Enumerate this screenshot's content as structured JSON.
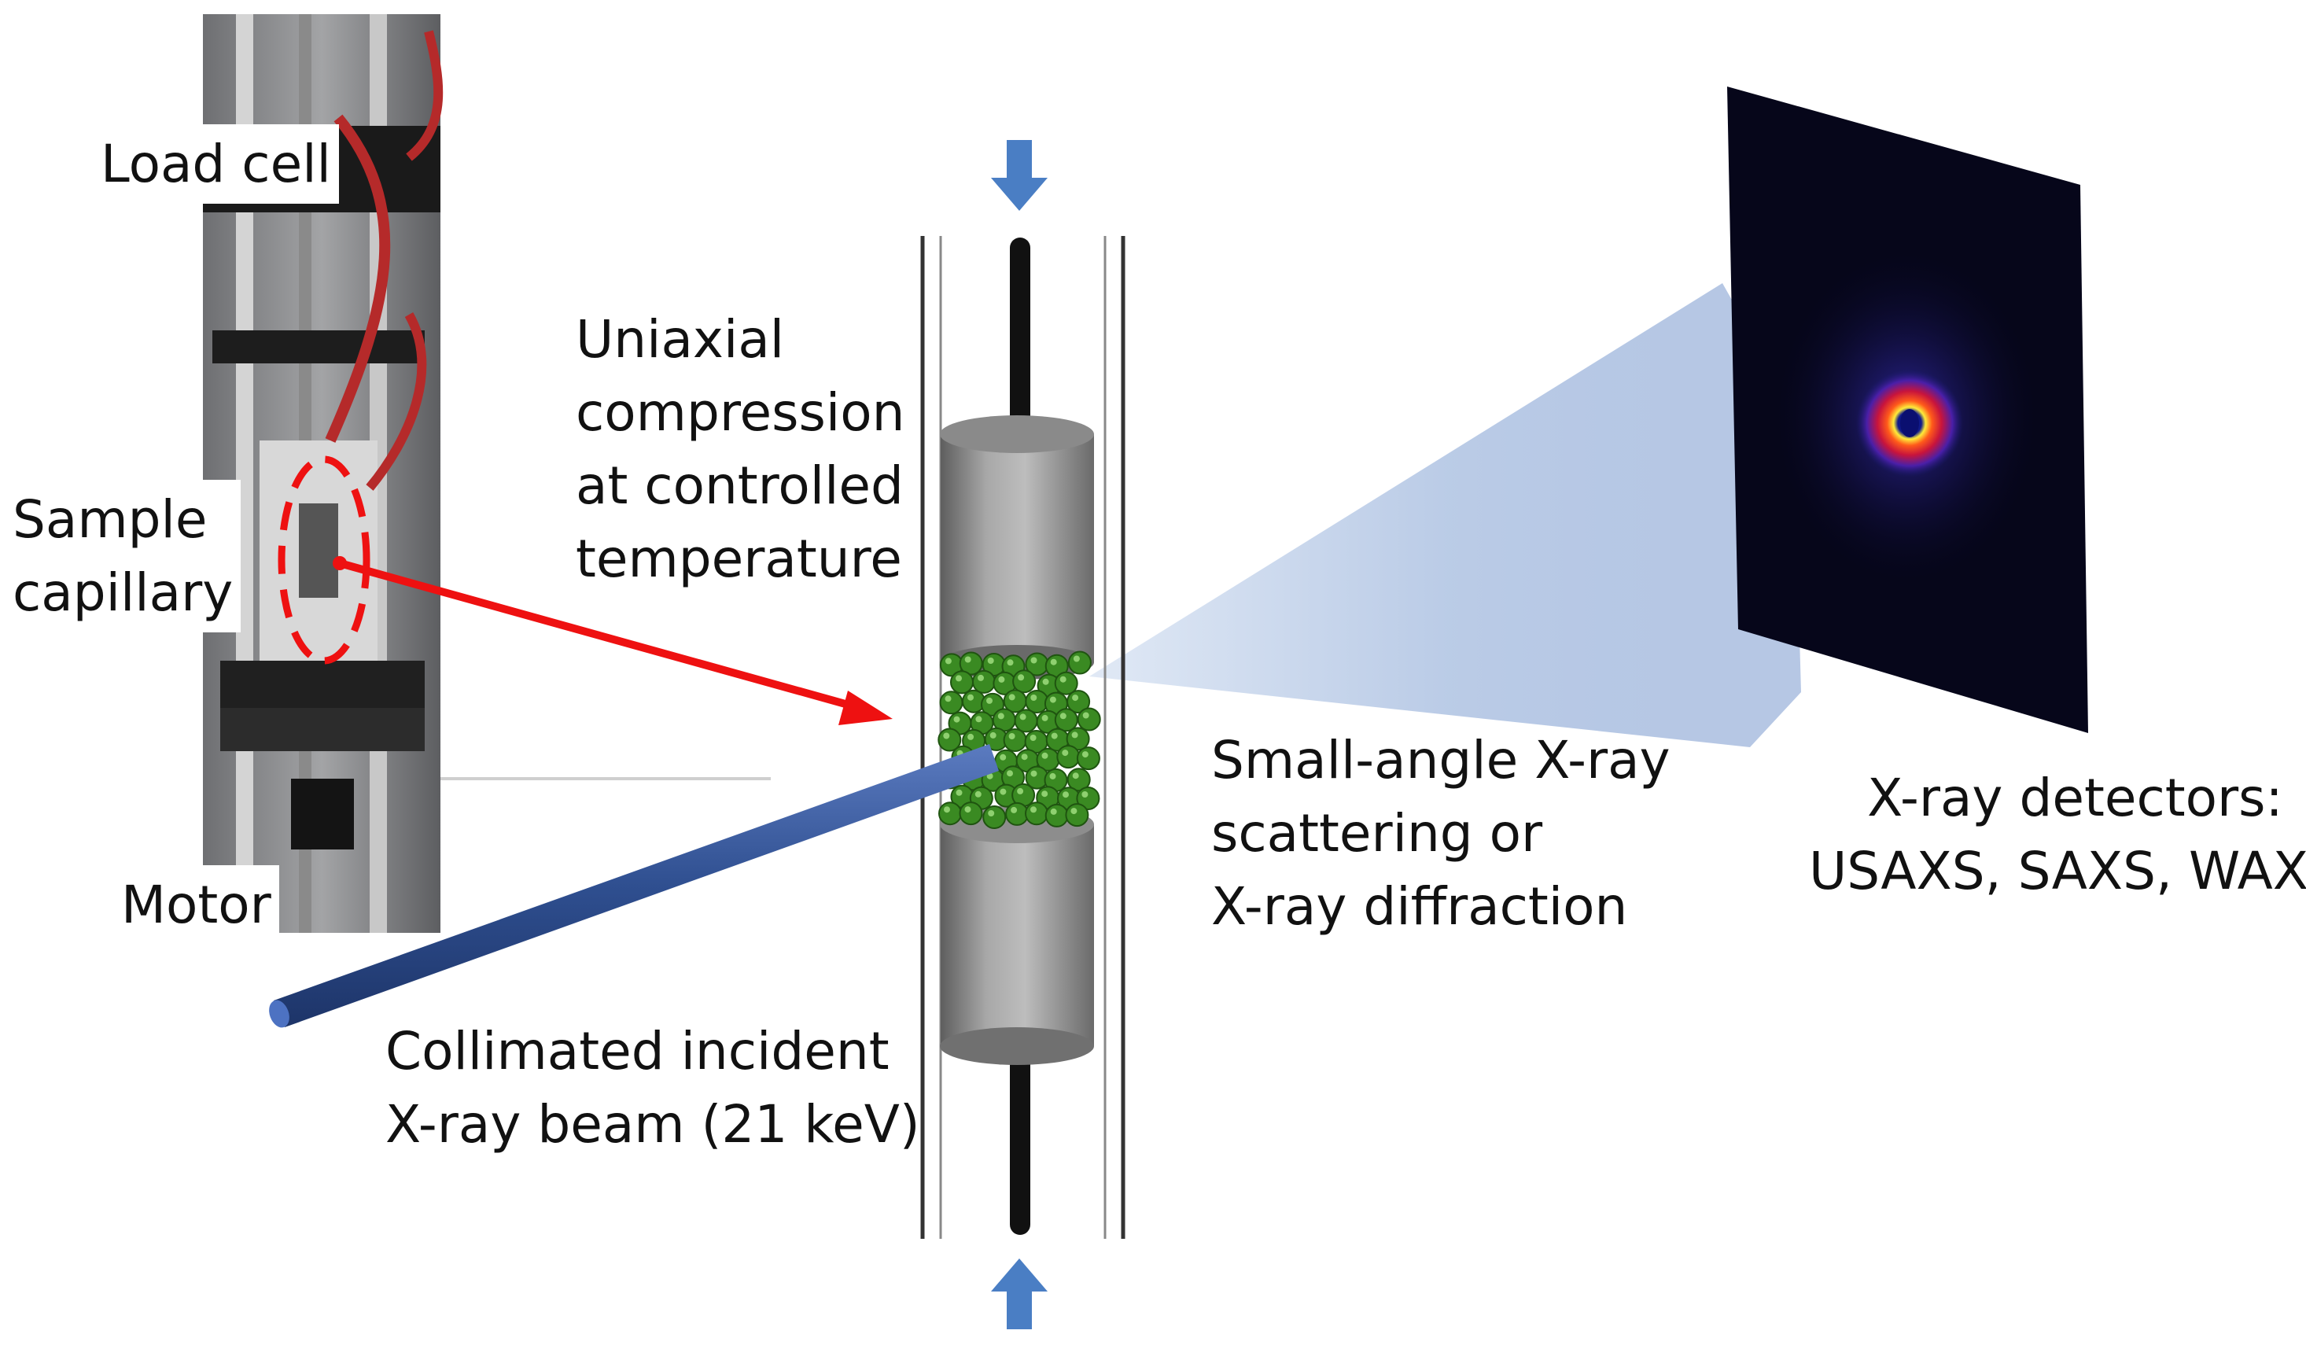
{
  "photo": {
    "labels": {
      "load_cell": "Load cell",
      "sample_capillary": [
        "Sample",
        "capillary"
      ],
      "motor": "Motor"
    }
  },
  "compression_text": [
    "Uniaxial",
    "compression",
    "at controlled",
    "temperature"
  ],
  "beam_text": [
    "Collimated incident",
    "X-ray beam (21 keV)"
  ],
  "scatter_text": [
    "Small-angle X-ray",
    "scattering or",
    "X-ray diffraction"
  ],
  "detector_text": [
    "X-ray detectors:",
    "USAXS, SAXS, WAXS"
  ],
  "colors": {
    "pointer_arrow": "#ee1111",
    "beam": "#2f4f90",
    "cone": "#a9bfe0",
    "force_arrows": "#4a7ec4",
    "sample_beads": "#3a8a22",
    "detector_panel": "#06061a"
  }
}
